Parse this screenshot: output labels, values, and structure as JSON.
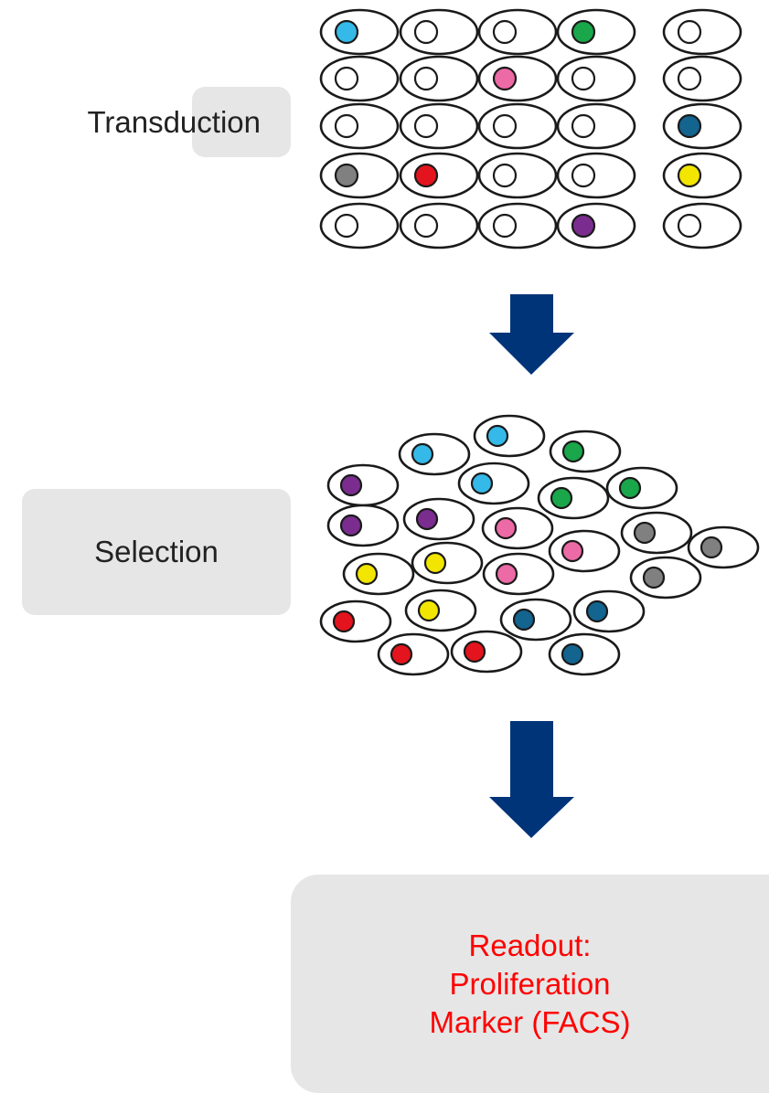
{
  "steps": {
    "transduction": "Transduction",
    "selection": "Selection",
    "readout": "Readout:\nProliferation\nMarker (FACS)"
  },
  "colors": {
    "box_bg": "#e6e6e6",
    "text": "#222222",
    "readout_text": "#ff0000",
    "arrow": "#003478",
    "cyan": "#35b9e9",
    "green": "#1aa64a",
    "pink": "#ec6aa5",
    "blue": "#13648f",
    "gray": "#808080",
    "red": "#e3141d",
    "yellow": "#f2e500",
    "purple": "#7a2d8f",
    "empty": "#ffffff"
  },
  "grid_cells": [
    [
      "cyan",
      "empty",
      "empty",
      "green",
      "empty"
    ],
    [
      "empty",
      "empty",
      "pink",
      "empty",
      "empty"
    ],
    [
      "empty",
      "empty",
      "empty",
      "empty",
      "blue"
    ],
    [
      "gray",
      "red",
      "empty",
      "empty",
      "yellow"
    ],
    [
      "empty",
      "empty",
      "empty",
      "purple",
      "empty"
    ]
  ],
  "selected_cells": [
    "cyan",
    "cyan",
    "green",
    "purple",
    "cyan",
    "green",
    "green",
    "purple",
    "purple",
    "pink",
    "gray",
    "gray",
    "yellow",
    "yellow",
    "pink",
    "pink",
    "gray",
    "red",
    "yellow",
    "blue",
    "blue",
    "red",
    "red",
    "blue"
  ]
}
